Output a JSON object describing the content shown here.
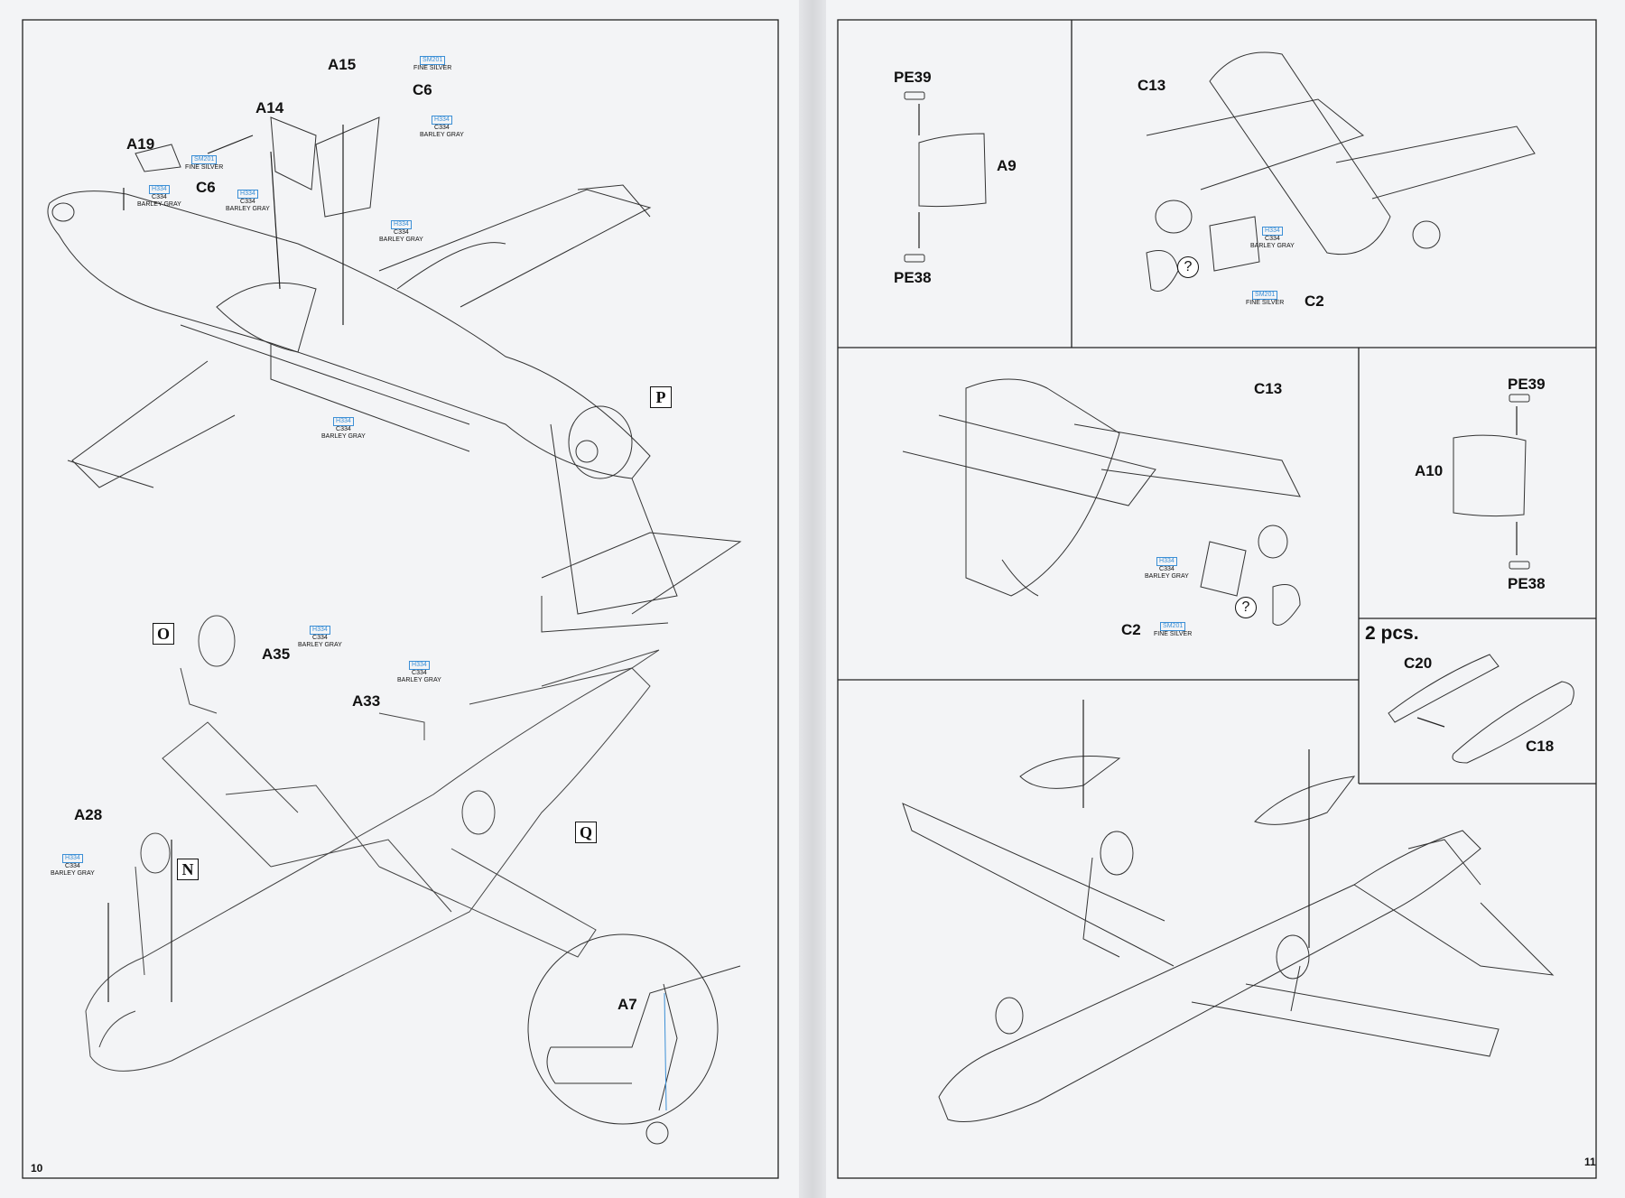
{
  "left_page": {
    "page_number": "10",
    "labels": {
      "a15": "A15",
      "c6_top": "C6",
      "a14": "A14",
      "a19": "A19",
      "c6_left": "C6",
      "a35": "A35",
      "a33": "A33",
      "a28": "A28",
      "a7": "A7"
    },
    "markers": {
      "p": "P",
      "o": "O",
      "n": "N",
      "q": "Q"
    },
    "paints": {
      "silver_top": {
        "code": "SM201",
        "name": "FINE SILVER"
      },
      "gray_c6": {
        "code": "H334",
        "line2": "C334",
        "name": "BARLEY GRAY"
      },
      "silver_left": {
        "code": "SM201",
        "name": "FINE SILVER"
      },
      "gray_a19": {
        "code": "H334",
        "line2": "C334",
        "name": "BARLEY GRAY"
      },
      "gray_a14": {
        "code": "H334",
        "line2": "C334",
        "name": "BARLEY GRAY"
      },
      "gray_wing": {
        "code": "H334",
        "line2": "C334",
        "name": "BARLEY GRAY"
      },
      "gray_cockpit": {
        "code": "H334",
        "line2": "C334",
        "name": "BARLEY GRAY"
      },
      "gray_a35": {
        "code": "H334",
        "line2": "C334",
        "name": "BARLEY GRAY"
      },
      "gray_a33": {
        "code": "H334",
        "line2": "C334",
        "name": "BARLEY GRAY"
      },
      "gray_a28": {
        "code": "H334",
        "line2": "C334",
        "name": "BARLEY GRAY"
      }
    }
  },
  "right_page": {
    "page_number": "11",
    "labels": {
      "pe39_top": "PE39",
      "a9": "A9",
      "pe38_top": "PE38",
      "c13_top": "C13",
      "c2_top": "C2",
      "c13_mid": "C13",
      "pe39_mid": "PE39",
      "a10": "A10",
      "pe38_mid": "PE38",
      "c2_mid": "C2",
      "two_pcs": "2 pcs.",
      "c20": "C20",
      "c18": "C18"
    },
    "query": "?",
    "paints": {
      "gray_top": {
        "code": "H334",
        "line2": "C334",
        "name": "BARLEY GRAY"
      },
      "silver_top": {
        "code": "SM201",
        "name": "FINE SILVER"
      },
      "gray_mid": {
        "code": "H334",
        "line2": "C334",
        "name": "BARLEY GRAY"
      },
      "silver_mid": {
        "code": "SM201",
        "name": "FINE SILVER"
      }
    }
  },
  "colors": {
    "paint_code": "#3b8fd6",
    "line": "#222222",
    "paper": "#f3f4f6"
  }
}
